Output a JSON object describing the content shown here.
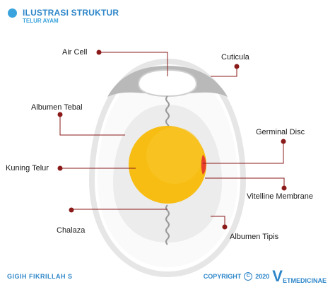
{
  "header": {
    "title": "ILUSTRASI STRUKTUR",
    "subtitle": "TELUR AYAM"
  },
  "labels": {
    "air_cell": "Air Cell",
    "cuticula": "Cuticula",
    "albumen_tebal": "Albumen Tebal",
    "germinal_disc": "Germinal Disc",
    "kuning_telur": "Kuning Telur",
    "vitelline_membrane": "Vitelline Membrane",
    "chalaza": "Chalaza",
    "albumen_tipis": "Albumen Tipis"
  },
  "footer": {
    "author": "GIGIH FIKRILLAH S",
    "copyright_word": "COPYRIGHT",
    "copyright_symbol": "C",
    "year": "2020",
    "brand_initial": "V",
    "brand_rest": "ETMEDICINAE"
  },
  "colors": {
    "accent": "#2e86c9",
    "leader_line": "#8b1a1a",
    "yolk": "#f7bd12",
    "germinal_disc": "#e8402a",
    "shell_outline": "#e6e6e6",
    "albumen": "#f2f2f2"
  }
}
